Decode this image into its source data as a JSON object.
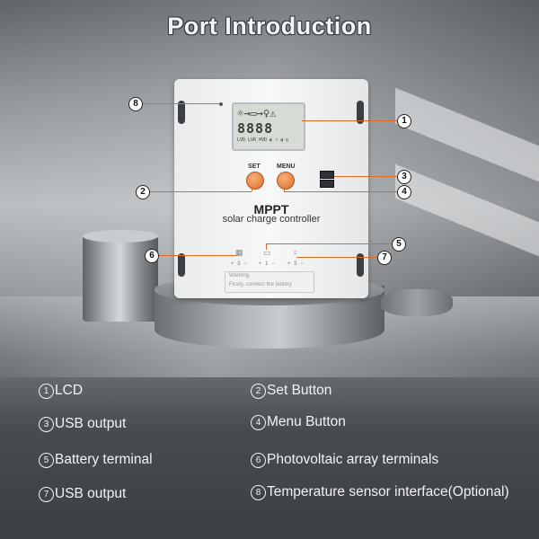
{
  "title": "Port Introduction",
  "device": {
    "brand": "MPPT",
    "subtitle": "solar charge controller",
    "set_label": "SET",
    "menu_label": "MENU",
    "lcd_icons": "☼→▭→♀⚠",
    "lcd_digits": "8888",
    "lcd_footer": "LVD  LVR  HVD  ◐  ☼  ◑  ◎",
    "terminal_marks": [
      "+ 3 −",
      "+ 1 −",
      "+ 3 −"
    ],
    "warning_title": "Warning",
    "warning_text": "Firstly, connect the battery"
  },
  "callouts": [
    "1",
    "2",
    "3",
    "4",
    "5",
    "6",
    "7",
    "8"
  ],
  "legend": [
    {
      "num": "1",
      "label": "LCD"
    },
    {
      "num": "2",
      "label": "Set Button"
    },
    {
      "num": "3",
      "label": "USB output"
    },
    {
      "num": "4",
      "label": "Menu Button"
    },
    {
      "num": "5",
      "label": "Battery terminal"
    },
    {
      "num": "6",
      "label": "Photovoltaic array terminals"
    },
    {
      "num": "7",
      "label": "USB output"
    },
    {
      "num": "8",
      "label": "Temperature sensor interface(Optional)"
    }
  ],
  "colors": {
    "accent": "#e06a22",
    "button": "#e8884a",
    "text_light": "#f2f3f4"
  }
}
